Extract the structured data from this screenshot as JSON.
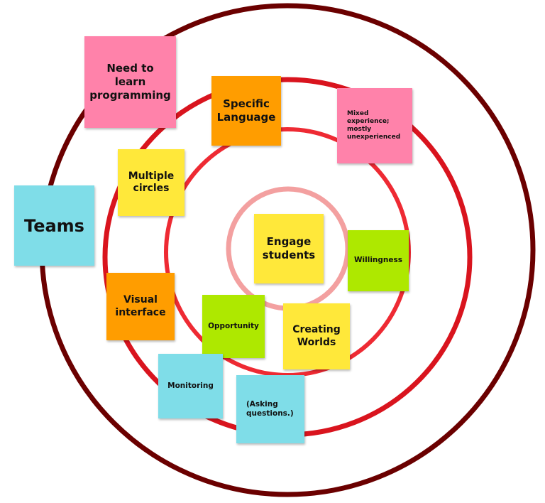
{
  "colors": {
    "outer_ring": "#6b0000",
    "ring_2": "#d9141e",
    "ring_3": "#ee2a33",
    "inner_ring": "#f3a0a0",
    "pink": "#ff82aa",
    "yellow": "#ffe83a",
    "orange": "#ff9d00",
    "cyan": "#7fdde8",
    "green": "#aee800"
  },
  "diagram": {
    "rings": [
      "outer-ring",
      "second-ring",
      "third-ring",
      "inner-ring"
    ],
    "notes": [
      {
        "id": "need-to-learn-programming",
        "text": "Need to learn programming",
        "color": "pink"
      },
      {
        "id": "specific-language",
        "text": "Specific Language",
        "color": "orange"
      },
      {
        "id": "mixed-experience",
        "text": "Mixed experience; mostly unexperienced",
        "color": "pink"
      },
      {
        "id": "multiple-circles",
        "text": "Multiple circles",
        "color": "yellow"
      },
      {
        "id": "teams",
        "text": "Teams",
        "color": "cyan"
      },
      {
        "id": "engage-students",
        "text": "Engage students",
        "color": "yellow"
      },
      {
        "id": "willingness",
        "text": "Willingness",
        "color": "green"
      },
      {
        "id": "visual-interface",
        "text": "Visual interface",
        "color": "orange"
      },
      {
        "id": "opportunity",
        "text": "Opportunity",
        "color": "green"
      },
      {
        "id": "creating-worlds",
        "text": "Creating Worlds",
        "color": "yellow"
      },
      {
        "id": "monitoring",
        "text": "Monitoring",
        "color": "cyan"
      },
      {
        "id": "asking-questions",
        "text": "(Asking questions.)",
        "color": "cyan"
      }
    ]
  }
}
